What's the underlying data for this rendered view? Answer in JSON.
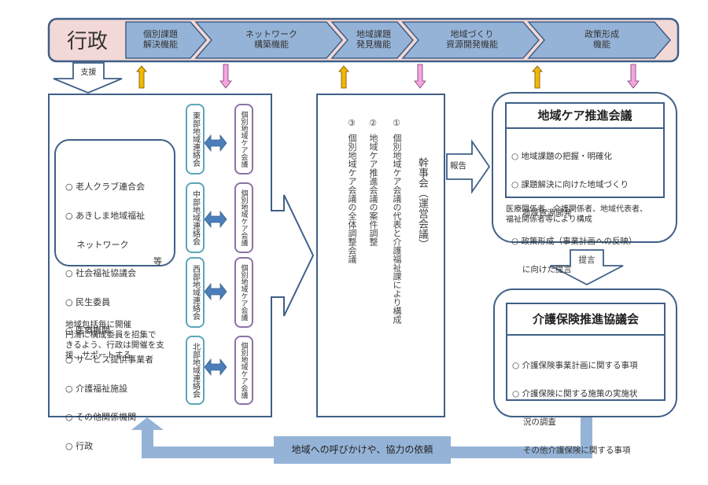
{
  "banner": {
    "actor": "行政",
    "functions": [
      {
        "line1": "個別課題",
        "line2": "解決機能"
      },
      {
        "line1": "ネットワーク",
        "line2": "構築機能"
      },
      {
        "line1": "地域課題",
        "line2": "発見機能"
      },
      {
        "line1": "地域づくり",
        "line2": "資源開発機能"
      },
      {
        "line1": "政策形成",
        "line2": "機能"
      }
    ]
  },
  "support_arrow_label": "支援",
  "left_panel": {
    "members": [
      "○ 老人クラブ連合会",
      "○ あきしま地域福祉",
      "　 ネットワーク",
      "○ 社会福祉協議会",
      "○ 民生委員",
      "○ 医療機関",
      "○ サービス提供事業者",
      "○ 介護福祉施設",
      "○ その他関係機関",
      "○ 行政"
    ],
    "etc": "等",
    "note": [
      "地域包括毎に開催",
      "円滑に構成委員を招集で",
      "きるよう、行政は開催を支",
      "援、サポートする"
    ],
    "regions": [
      {
        "liaison": "東部地域連絡会",
        "care_meeting": "個別地域ケア会議"
      },
      {
        "liaison": "中部地域連絡会",
        "care_meeting": "個別地域ケア会議"
      },
      {
        "liaison": "西部地域連絡会",
        "care_meeting": "個別地域ケア会議"
      },
      {
        "liaison": "北部地域連絡会",
        "care_meeting": "個別地域ケア会議"
      }
    ]
  },
  "executive_committee": {
    "title": "幹事会（運営会議）",
    "items": [
      {
        "num": "①",
        "text": "個別地域ケア会議の代表と介護福祉課により構成"
      },
      {
        "num": "②",
        "text": "地域ケア推進会議の案件調整"
      },
      {
        "num": "③",
        "text": "個別地域ケア会議の全体調整会議"
      }
    ]
  },
  "report_arrow_label": "報告",
  "care_promotion": {
    "title": "地域ケア推進会議",
    "items": [
      "○ 地域課題の把握・明確化",
      "○ 課題解決に向けた地域づくり",
      "　 地域資源開発",
      "○ 政策形成（事業計画への反映）",
      "　 に向けた提言"
    ],
    "members_note": [
      "医療関係者、介護関係者、地域代表者、",
      "福祉関係者等により構成"
    ]
  },
  "proposal_arrow_label": "提言",
  "insurance_council": {
    "title": "介護保険推進協議会",
    "items": [
      "○ 介護保険事業計画に関する事項",
      "○ 介護保険に関する施策の実施状",
      "　 況の調査",
      "　 その他介護保険に関する事項"
    ]
  },
  "feedback_label": "地域への呼びかけや、協力の依頼",
  "colors": {
    "banner_pink": "#f2d8d6",
    "chevron_blue": "#95b3d7",
    "outline_dark": "#3f5f87",
    "up_arrow_orange": "#f5b800",
    "down_arrow_pink": "#f4a6e0",
    "double_arrow_blue": "#4a7ebb",
    "feedback_band": "#95b3d7",
    "liaison_border": "#5aa7b8",
    "care_meeting_border": "#8a73a5"
  }
}
